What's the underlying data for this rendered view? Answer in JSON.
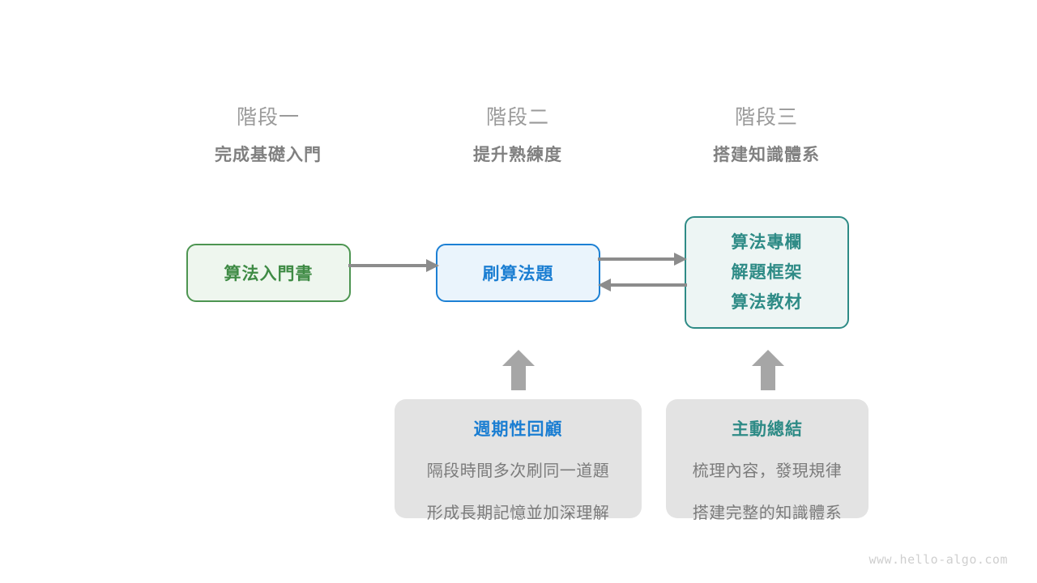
{
  "stages": [
    {
      "index_label": "階段一",
      "title": "完成基礎入門"
    },
    {
      "index_label": "階段二",
      "title": "提升熟練度"
    },
    {
      "index_label": "階段三",
      "title": "搭建知識體系"
    }
  ],
  "nodes": {
    "book": {
      "label": "算法入門書",
      "color": "#3f8b45",
      "border": "#4d9551",
      "fill": "#eef6ee"
    },
    "practice": {
      "label": "刷算法題",
      "color": "#1b7ed2",
      "border": "#1c80d4",
      "fill": "#eaf4fc"
    },
    "knowledge": {
      "lines": [
        "算法專欄",
        "解題框架",
        "算法教材"
      ],
      "color": "#2e8b86",
      "border": "#2e8b86",
      "fill": "#edf5f4"
    }
  },
  "methods": [
    {
      "title": "週期性回顧",
      "title_color": "#1b7ed2",
      "body_lines": [
        "隔段時間多次刷同一道題",
        "形成長期記憶並加深理解"
      ]
    },
    {
      "title": "主動總結",
      "title_color": "#2e8b86",
      "body_lines": [
        "梳理內容，發現規律",
        "搭建完整的知識體系"
      ]
    }
  ],
  "arrows": {
    "color": "#8c8c8c",
    "book_to_practice": "arrow-right",
    "practice_to_knowledge": "arrow-right",
    "knowledge_to_practice": "arrow-left",
    "review_to_practice": "arrow-up",
    "summary_to_knowledge": "arrow-up"
  },
  "watermark": {
    "text": "www.hello-algo.com"
  }
}
